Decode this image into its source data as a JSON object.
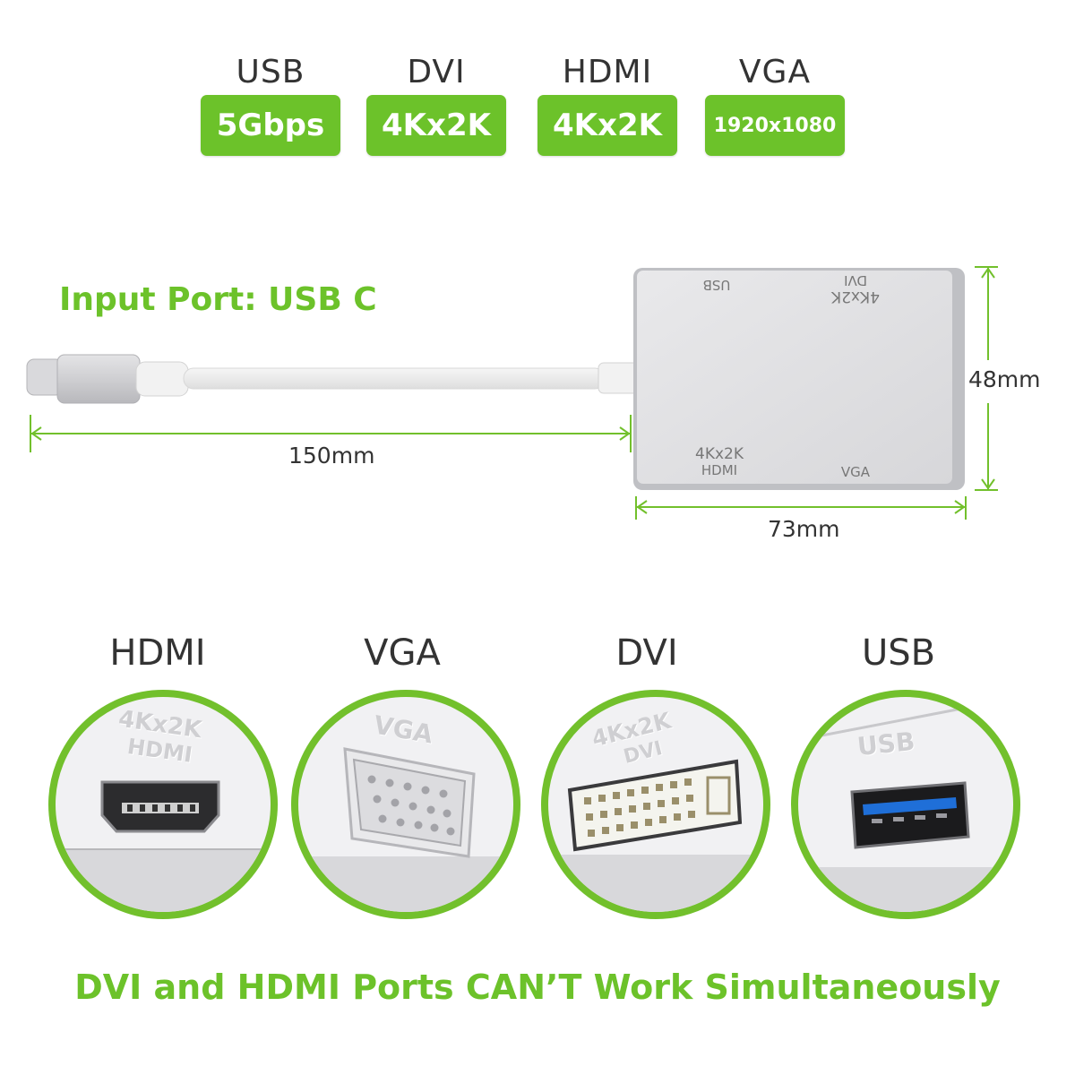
{
  "specs": [
    {
      "name": "USB",
      "value": "5Gbps"
    },
    {
      "name": "DVI",
      "value": "4Kx2K"
    },
    {
      "name": "HDMI",
      "value": "4Kx2K"
    },
    {
      "name": "VGA",
      "value": "1920x1080"
    }
  ],
  "input_label": "Input Port: USB C",
  "dimensions": {
    "cable": "150mm",
    "height": "48mm",
    "width": "73mm"
  },
  "device_labels": {
    "usb": "USB",
    "dvi_line1": "4Kx2K",
    "dvi_line2": "DVI",
    "hdmi_line1": "4Kx2K",
    "hdmi_line2": "HDMI",
    "vga": "VGA"
  },
  "ports": [
    {
      "title": "HDMI",
      "engrave1": "4Kx2K",
      "engrave2": "HDMI"
    },
    {
      "title": "VGA",
      "engrave1": "VGA",
      "engrave2": ""
    },
    {
      "title": "DVI",
      "engrave1": "4Kx2K",
      "engrave2": "DVI"
    },
    {
      "title": "USB",
      "engrave1": "USB",
      "engrave2": ""
    }
  ],
  "footer": "DVI and HDMI Ports CAN’T Work Simultaneously",
  "colors": {
    "accent_green": "#6cc22a",
    "usb3_blue": "#1f6fd8"
  },
  "icons": [
    "usb-c-plug-icon",
    "hdmi-port-icon",
    "vga-port-icon",
    "dvi-port-icon",
    "usb-a-port-icon"
  ]
}
